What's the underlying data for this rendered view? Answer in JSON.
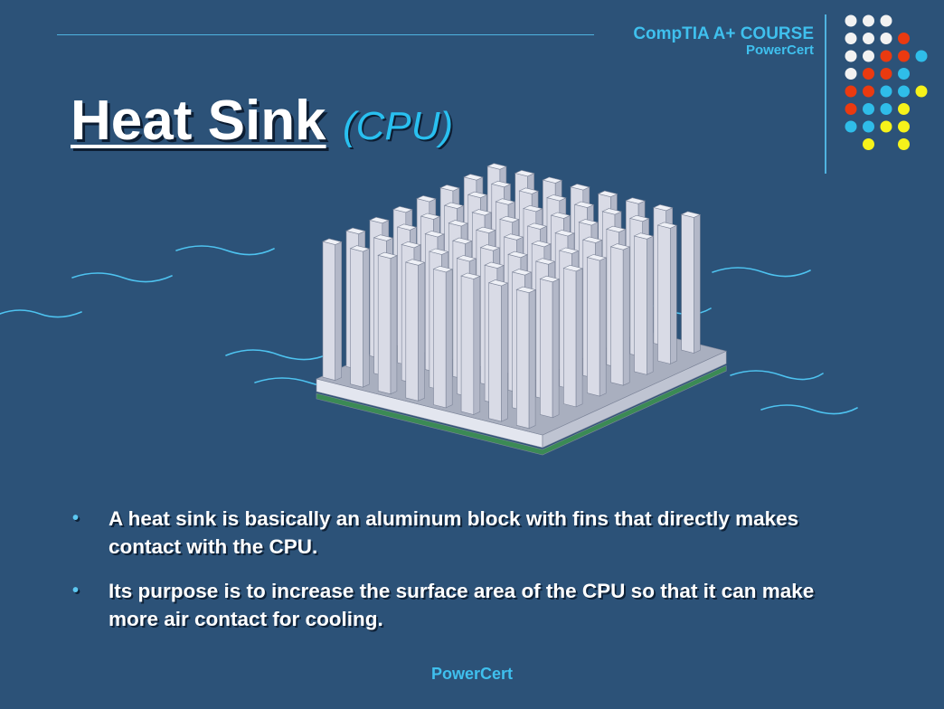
{
  "header": {
    "course_title": "CompTIA A+ COURSE",
    "brand": "PowerCert"
  },
  "title": {
    "main": "Heat Sink",
    "sub": "(CPU)"
  },
  "image": {
    "icon": "heat-sink-illustration"
  },
  "bullets": [
    {
      "text": "A heat sink is basically an aluminum block with fins that directly makes contact with the CPU."
    },
    {
      "text": "Its purpose is to increase the surface area of the CPU so that it can make more air contact for cooling."
    }
  ],
  "footer": {
    "brand": "PowerCert"
  },
  "colors": {
    "background": "#2c5278",
    "accent": "#3fc0ee",
    "dot_white": "#f2f2f2",
    "dot_red": "#ea3a10",
    "dot_blue": "#2fbde9",
    "dot_yellow": "#f6f21a"
  }
}
